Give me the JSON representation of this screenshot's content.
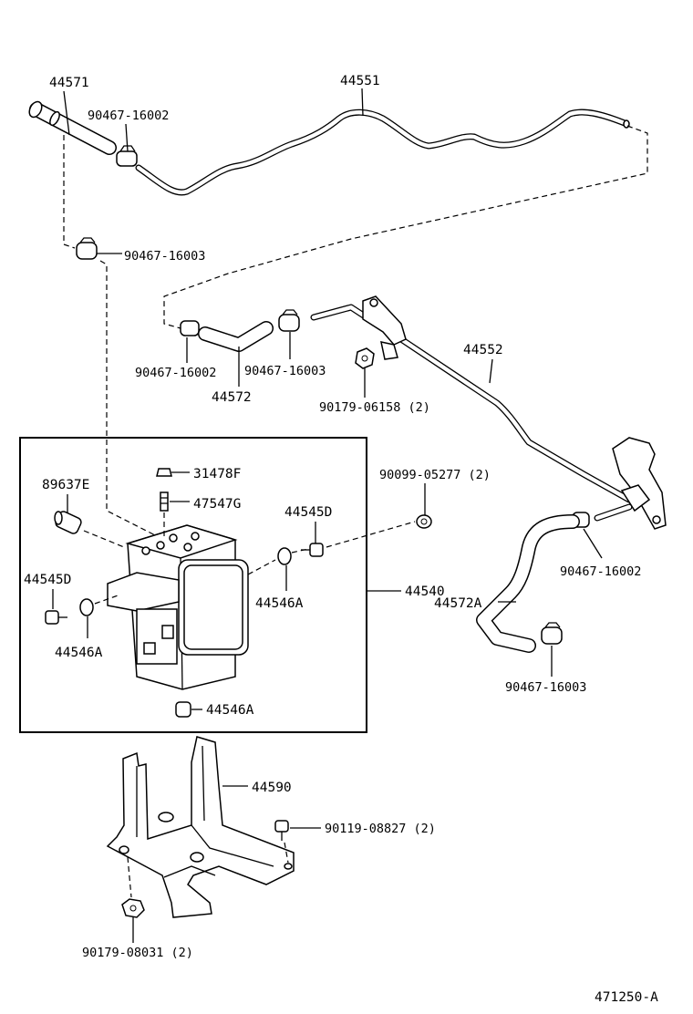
{
  "labels": {
    "hose_44571": "44571",
    "tube_44551": "44551",
    "clip_top_16002": "90467-16002",
    "clip_left_16003": "90467-16003",
    "clip_mid_16002": "90467-16002",
    "clip_mid_16003": "90467-16003",
    "hose_44572": "44572",
    "tube_44552": "44552",
    "nut_06158": "90179-06158 (2)",
    "cushion_05277": "90099-05277 (2)",
    "clip_right_16002": "90467-16002",
    "hose_44572A": "44572A",
    "clip_right_16003": "90467-16003",
    "sensor_89637E": "89637E",
    "plug_31478F": "31478F",
    "bleeder_47547G": "47547G",
    "bolt_44545D_right": "44545D",
    "bolt_44545D_left": "44545D",
    "cushion_44546A_right": "44546A",
    "cushion_44546A_left": "44546A",
    "cushion_44546A_bottom": "44546A",
    "actuator_44540": "44540",
    "bracket_44590": "44590",
    "bolt_08827": "90119-08827 (2)",
    "nut_08031": "90179-08031 (2)",
    "figure_id": "471250-A"
  }
}
